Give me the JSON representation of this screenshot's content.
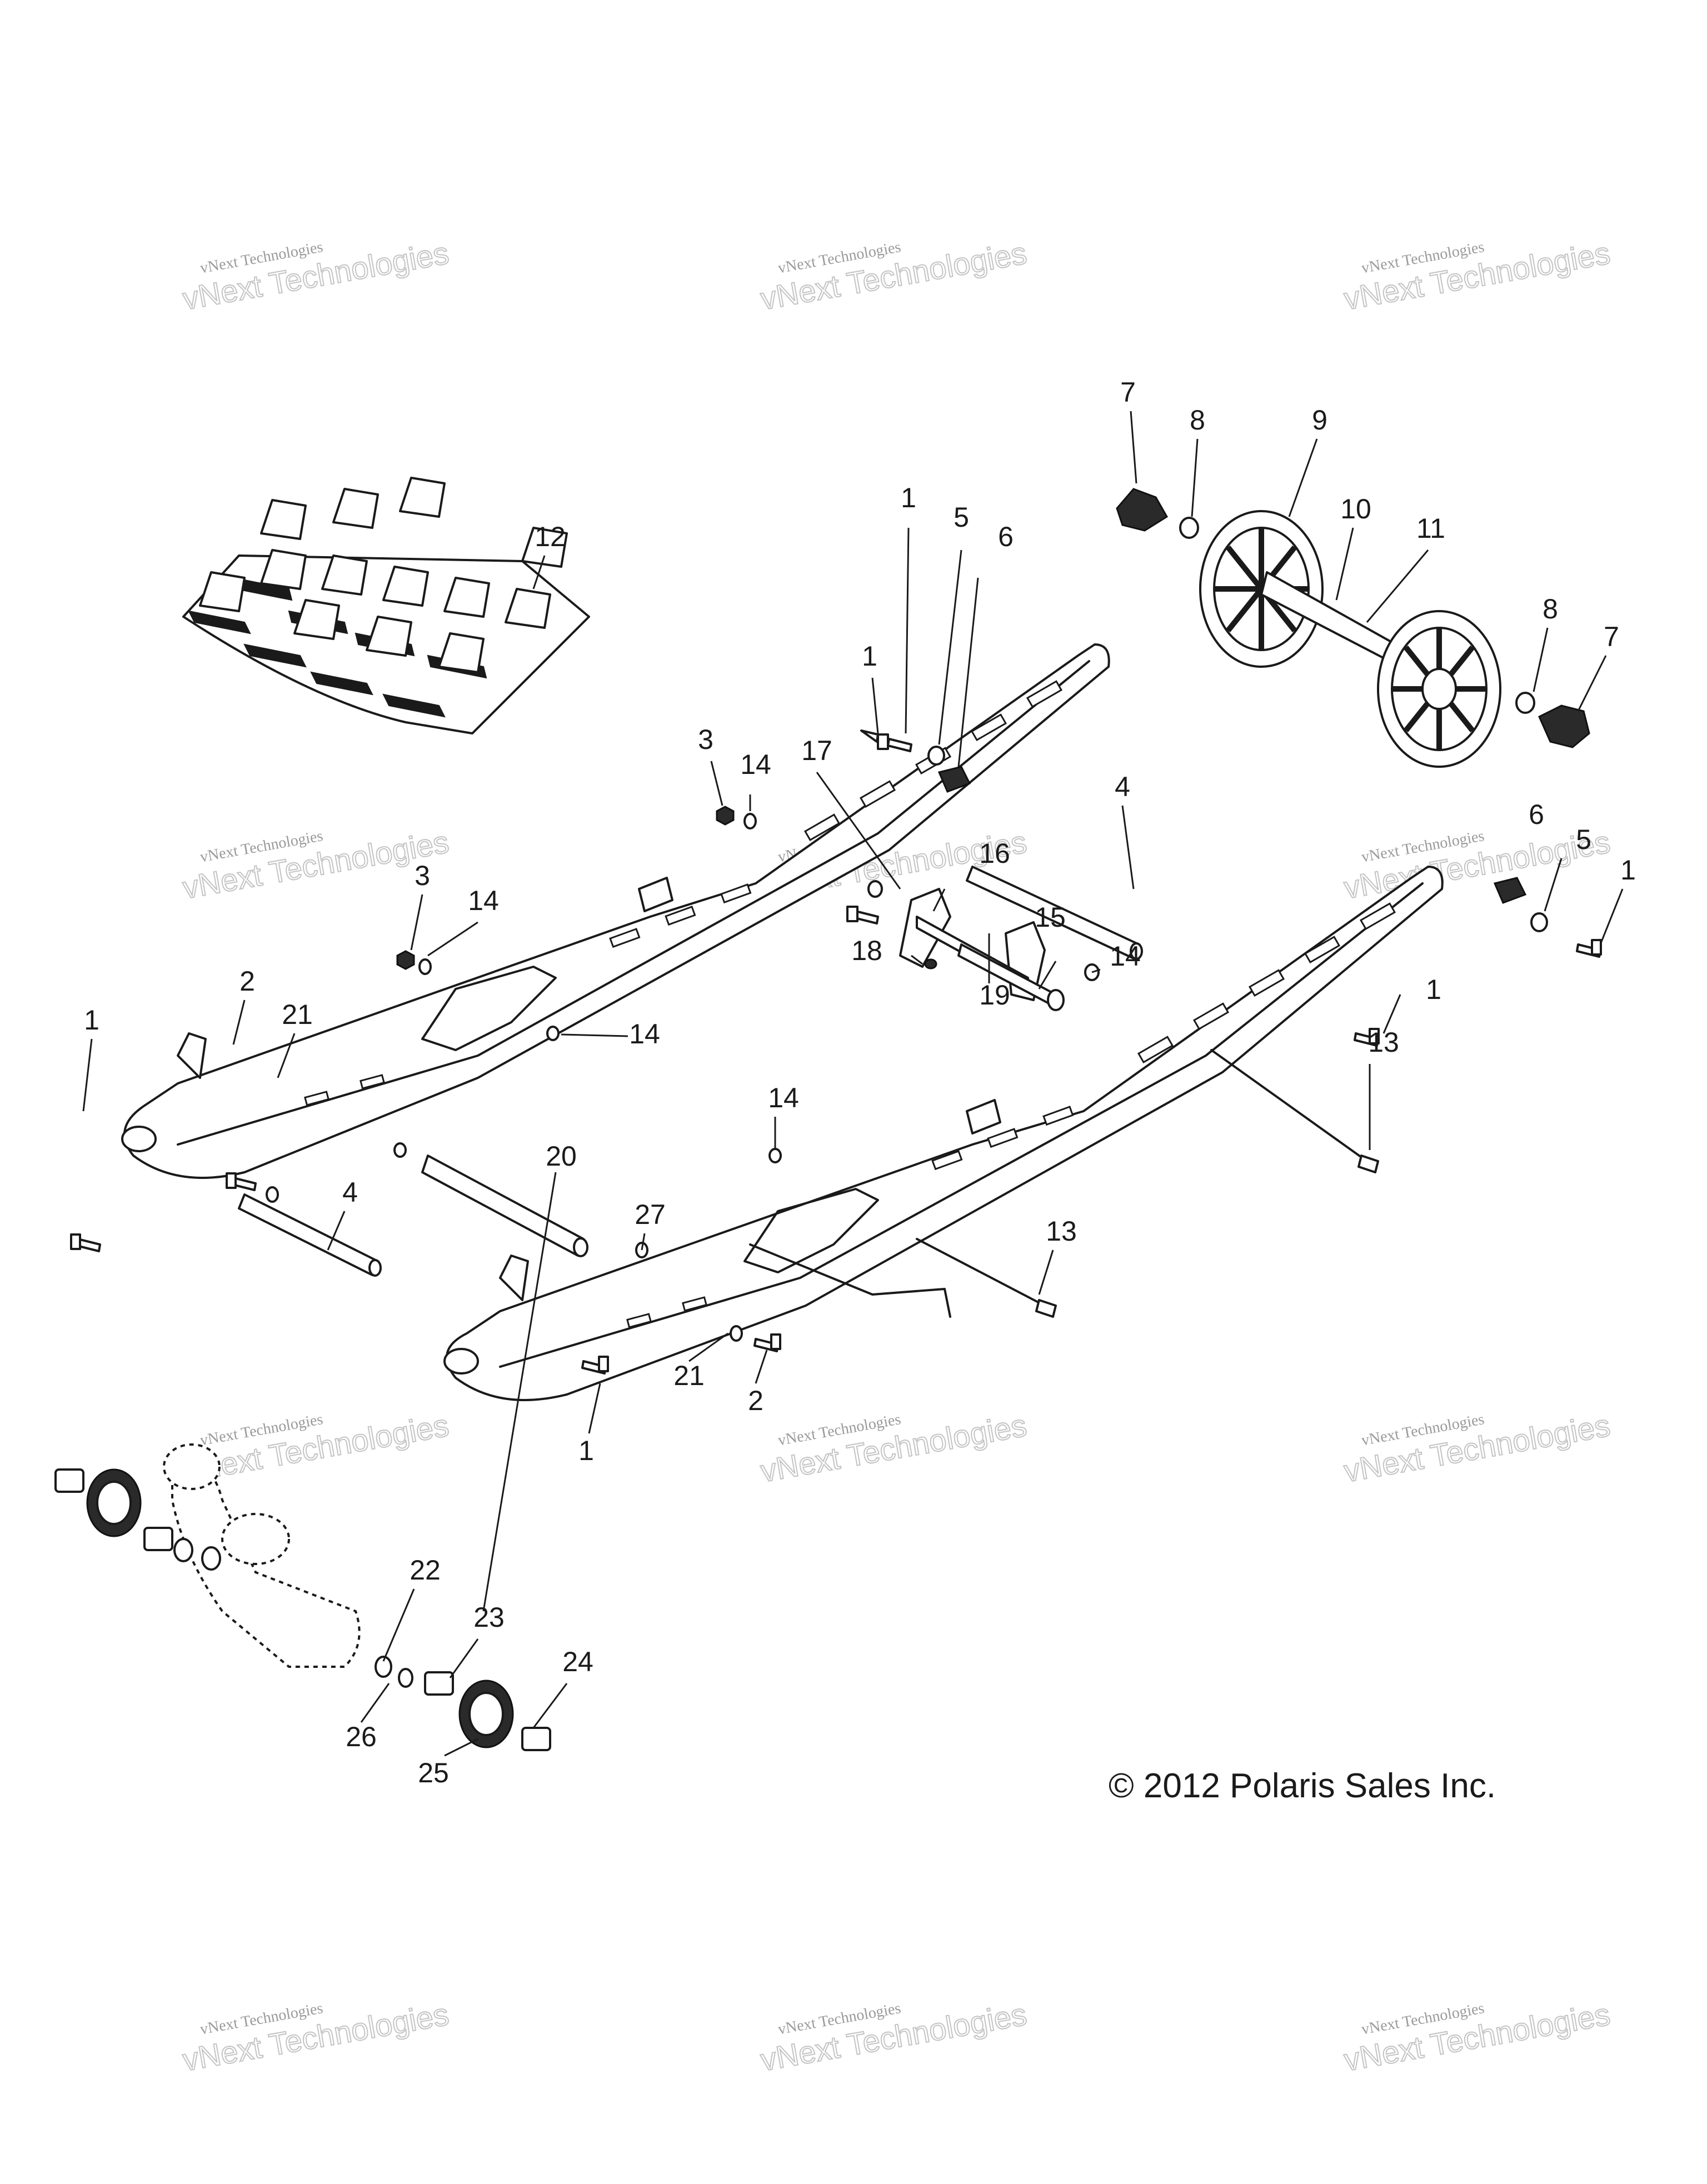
{
  "copyright": "© 2012 Polaris Sales Inc.",
  "watermark": {
    "line1": "vNext Technologies",
    "line2": "vNext Technologies"
  },
  "callouts": {
    "c1": "1",
    "c2": "2",
    "c3": "3",
    "c4": "4",
    "c5": "5",
    "c6": "6",
    "c7": "7",
    "c8": "8",
    "c9": "9",
    "c10": "10",
    "c11": "11",
    "c12": "12",
    "c13": "13",
    "c14": "14",
    "c15": "15",
    "c16": "16",
    "c17": "17",
    "c18": "18",
    "c19": "19",
    "c20": "20",
    "c21": "21",
    "c22": "22",
    "c23": "23",
    "c24": "24",
    "c25": "25",
    "c26": "26",
    "c27": "27"
  },
  "colors": {
    "line": "#1a1a1a",
    "watermark": "#9a9a9a",
    "background": "#ffffff"
  }
}
